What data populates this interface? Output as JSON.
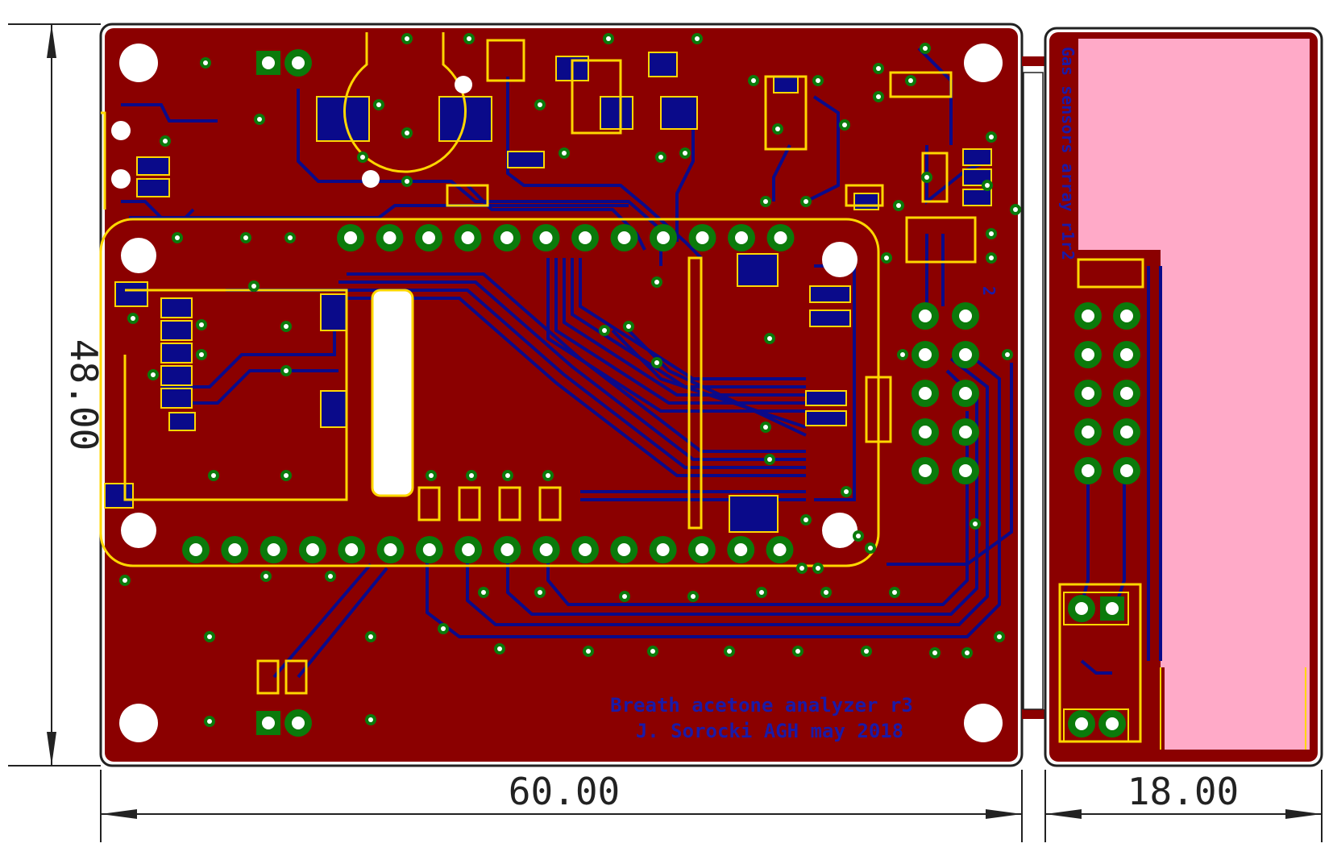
{
  "dimensions": {
    "height_label": "48.00",
    "width_main_label": "60.00",
    "width_sensor_label": "18.00"
  },
  "silkscreen": {
    "line1": "Breath acetone analyzer r3",
    "line2": "J. Sorocki AGH may 2018",
    "sensor_label": "Gas sensors array r1r2",
    "connector_mark": "2"
  },
  "colors": {
    "board": "#8b0000",
    "trace": "#0a0a8a",
    "pad": "#0b7a0b",
    "silkscreen": "#ffd700",
    "sensor_area": "#ffaac8",
    "hole": "#ffffff",
    "outline": "#222222"
  }
}
